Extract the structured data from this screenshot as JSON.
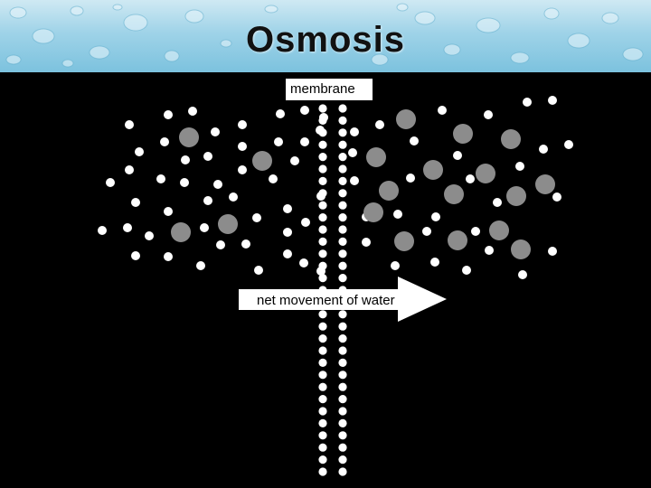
{
  "slide": {
    "title": "Osmosis",
    "membrane_label": "membrane",
    "arrow_label": "net movement of water"
  },
  "colors": {
    "background": "#000000",
    "water_molecule": "#ffffff",
    "solute_molecule": "#8c8c8c",
    "arrow": "#ffffff"
  }
}
